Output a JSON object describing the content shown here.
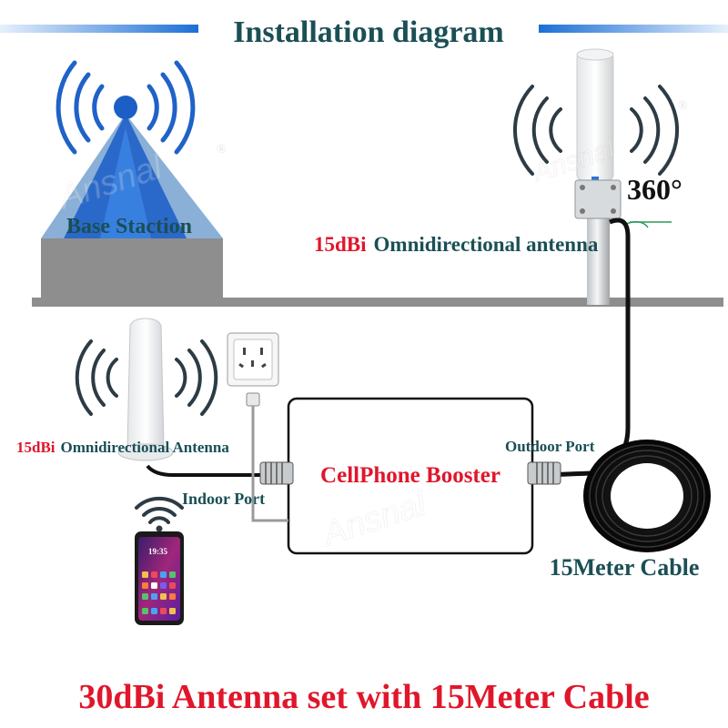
{
  "header": {
    "title": "Installation diagram"
  },
  "base_station": {
    "label": "Base Staction"
  },
  "outdoor_antenna": {
    "gain": "15dBi",
    "type": "Omnidirectional antenna",
    "coverage": "360°"
  },
  "indoor_antenna": {
    "gain": "15dBi",
    "type": "Omnidirectional  Antenna"
  },
  "booster": {
    "label": "CellPhone Booster",
    "indoor_port": "Indoor Port",
    "outdoor_port": "Outdoor Port"
  },
  "phone": {
    "time": "19:35"
  },
  "cable": {
    "label": "15Meter Cable"
  },
  "footer": {
    "caption": "30dBi Antenna set with 15Meter Cable"
  },
  "watermark": {
    "text": "Ansnal",
    "mark": "®"
  },
  "colors": {
    "title_teal": "#1a4f55",
    "accent_red": "#e0162b",
    "title_bar_blue": "#1c6fd6",
    "roof_gray": "#8e8e8e",
    "cable_black": "#111111"
  },
  "icons": [
    "signal-waves-icon",
    "wifi-icon",
    "power-socket-icon",
    "power-plug-icon",
    "n-connector-icon"
  ]
}
